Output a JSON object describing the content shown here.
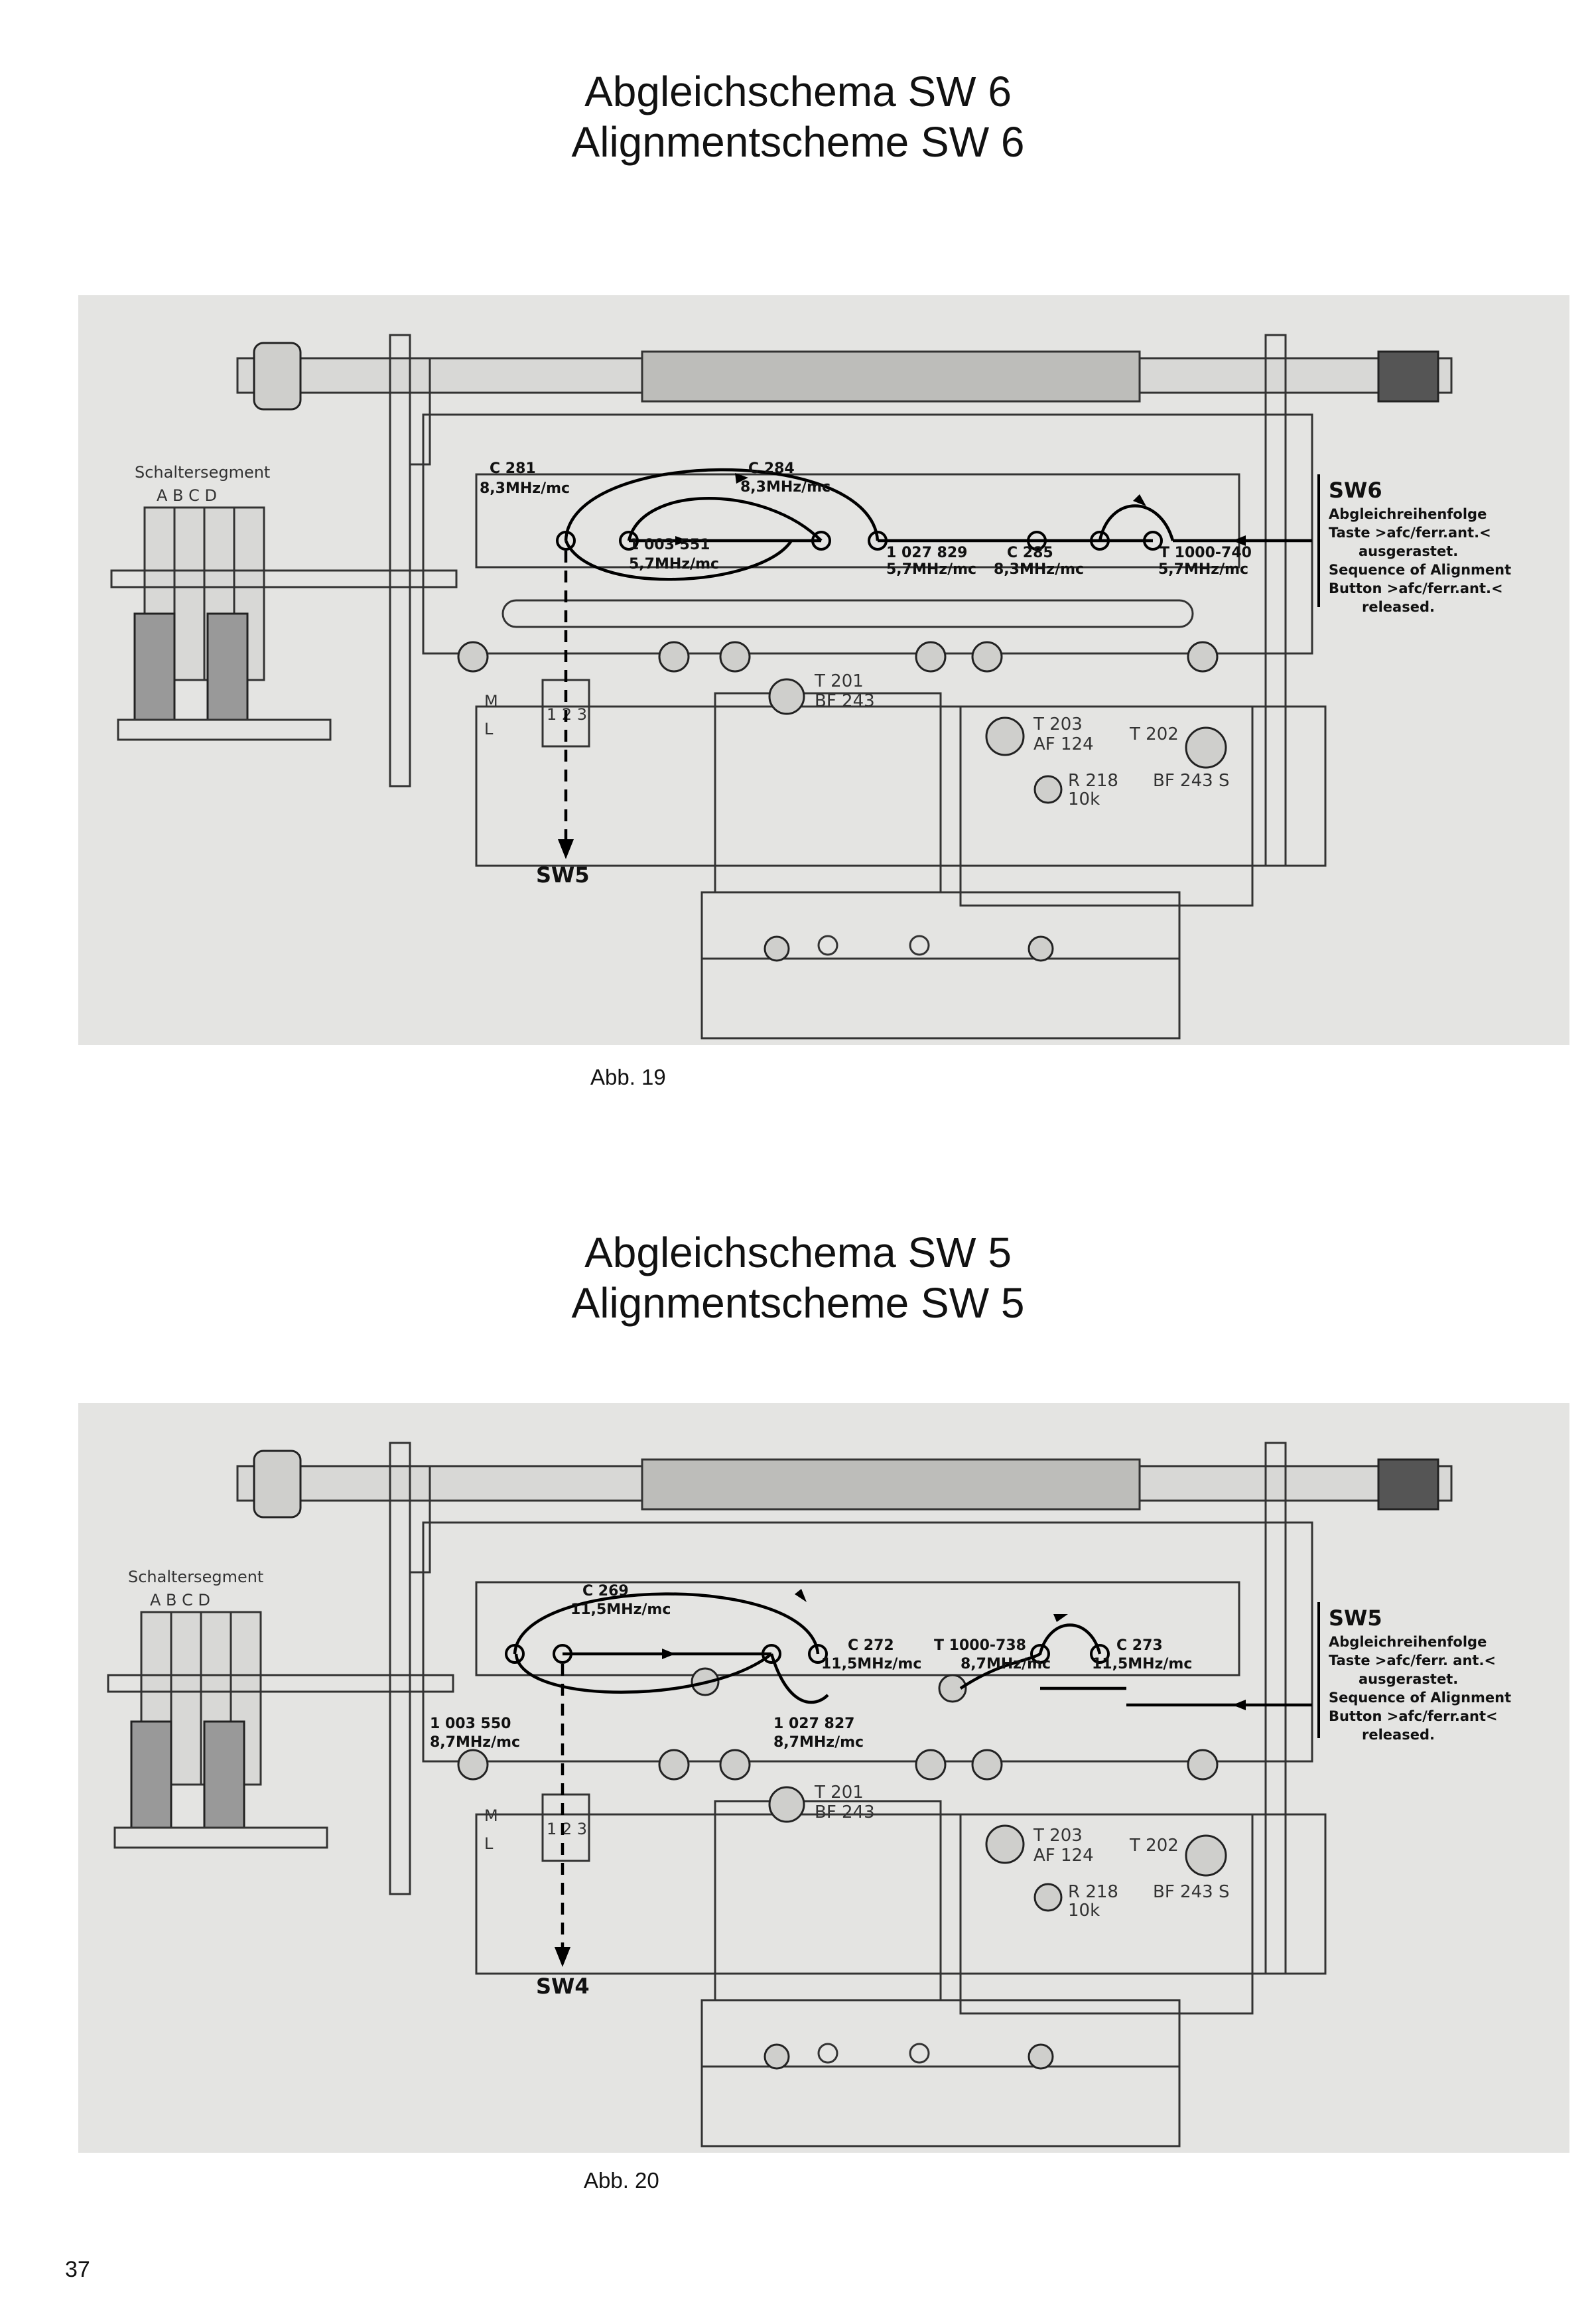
{
  "figure1": {
    "title_de": "Abgleichschema SW 6",
    "title_en": "Alignmentscheme SW 6",
    "caption": "Abb. 19",
    "segment_label": "Schaltersegment",
    "segment_letters": "A B C D",
    "bottom_label": "SW5",
    "switch_m": "M",
    "switch_l": "L",
    "switch_pins": "1 2 3",
    "points": [
      {
        "ref": "C 281",
        "freq": "8,3MHz/mc"
      },
      {
        "ref": "C 284",
        "freq": "8,3MHz/mc"
      },
      {
        "ref": "1 003 551",
        "freq": "5,7MHz/mc"
      },
      {
        "ref": "1 027 829",
        "freq": "5,7MHz/mc"
      },
      {
        "ref": "C 285",
        "freq": "8,3MHz/mc"
      },
      {
        "ref": "T 1000-740",
        "freq": "5,7MHz/mc"
      }
    ],
    "components": {
      "t201": "T 201",
      "t201_type": "BF 243",
      "t203": "T 203",
      "t203_type": "AF 124",
      "t202": "T 202",
      "t202_type": "BF 243 S",
      "r218": "R 218",
      "r218_val": "10k"
    },
    "legend": {
      "head": "SW6",
      "l1": "Abgleichreihenfolge",
      "l2": "Taste >afc/ferr.ant.<",
      "l3": "ausgerastet.",
      "l4": "Sequence of Alignment",
      "l5": "Button >afc/ferr.ant.<",
      "l6": "released."
    }
  },
  "figure2": {
    "title_de": "Abgleichschema SW 5",
    "title_en": "Alignmentscheme SW 5",
    "caption": "Abb. 20",
    "segment_label": "Schaltersegment",
    "segment_letters": "A B C D",
    "bottom_label": "SW4",
    "switch_m": "M",
    "switch_l": "L",
    "switch_pins": "1 2 3",
    "points": [
      {
        "ref": "C 269",
        "freq": "11,5MHz/mc"
      },
      {
        "ref": "C 272",
        "freq": "11,5MHz/mc"
      },
      {
        "ref": "T 1000-738",
        "freq": "8,7MHz/mc"
      },
      {
        "ref": "C 273",
        "freq": "11,5MHz/mc"
      },
      {
        "ref": "1 003 550",
        "freq": "8,7MHz/mc"
      },
      {
        "ref": "1 027 827",
        "freq": "8,7MHz/mc"
      }
    ],
    "components": {
      "t201": "T 201",
      "t201_type": "BF 243",
      "t203": "T 203",
      "t203_type": "AF 124",
      "t202": "T 202",
      "t202_type": "BF 243 S",
      "r218": "R 218",
      "r218_val": "10k"
    },
    "legend": {
      "head": "SW5",
      "l1": "Abgleichreihenfolge",
      "l2": "Taste >afc/ferr. ant.<",
      "l3": "ausgerastet.",
      "l4": "Sequence of Alignment",
      "l5": "Button >afc/ferr.ant<",
      "l6": "released."
    }
  },
  "page_number": "37"
}
